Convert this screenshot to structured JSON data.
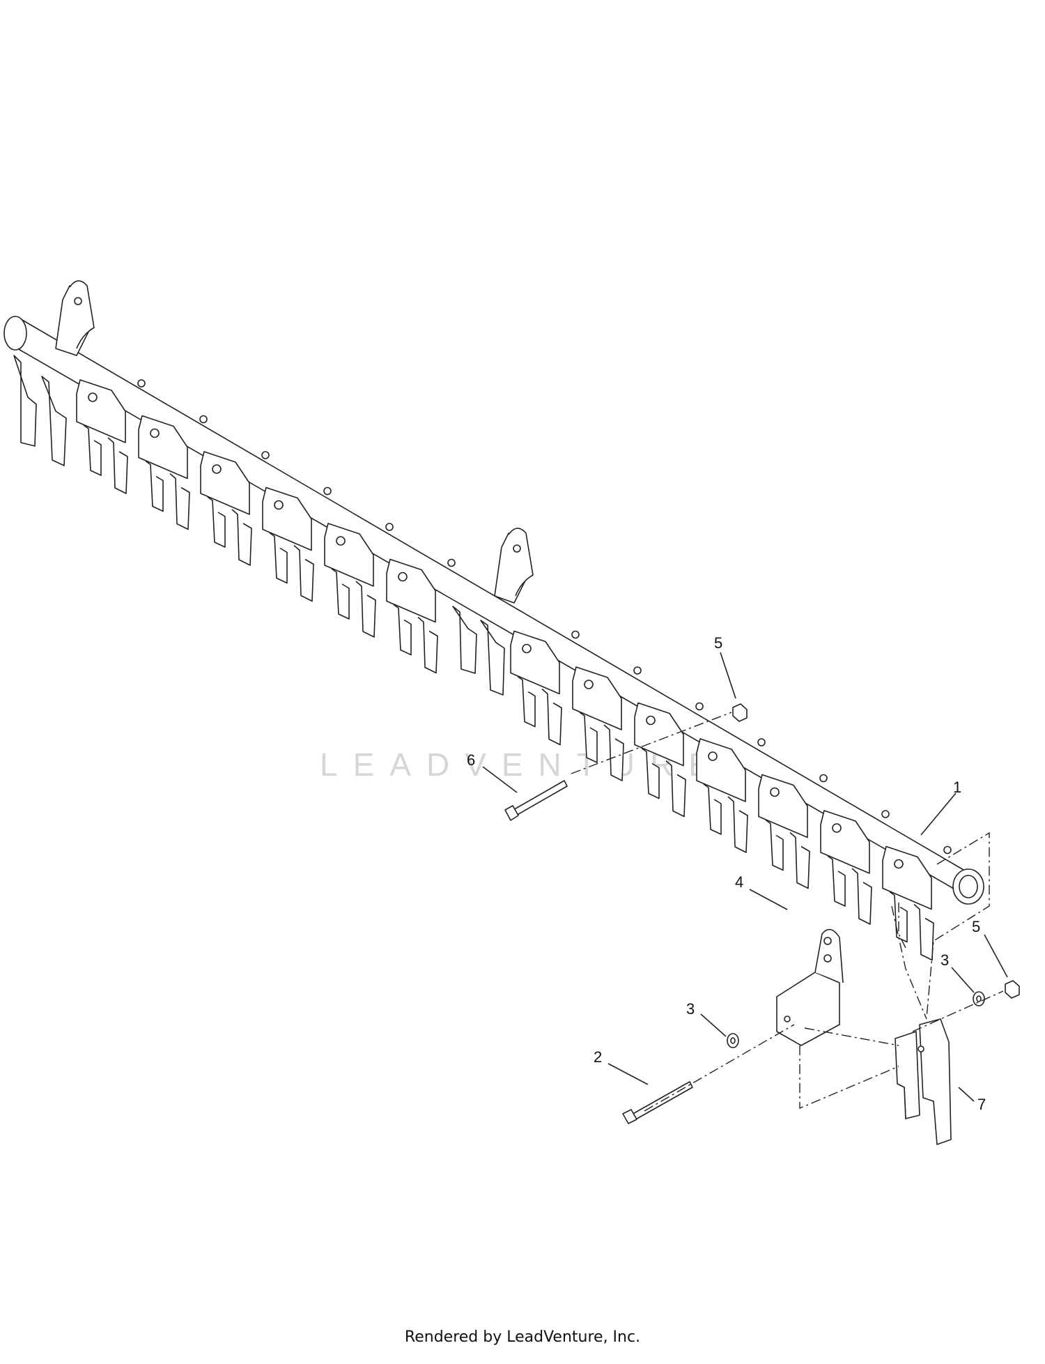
{
  "watermark": "LEADVENTURE",
  "footer": "Rendered by LeadVenture, Inc.",
  "callouts": [
    "1",
    "2",
    "3",
    "3",
    "4",
    "5",
    "5",
    "6",
    "7"
  ]
}
